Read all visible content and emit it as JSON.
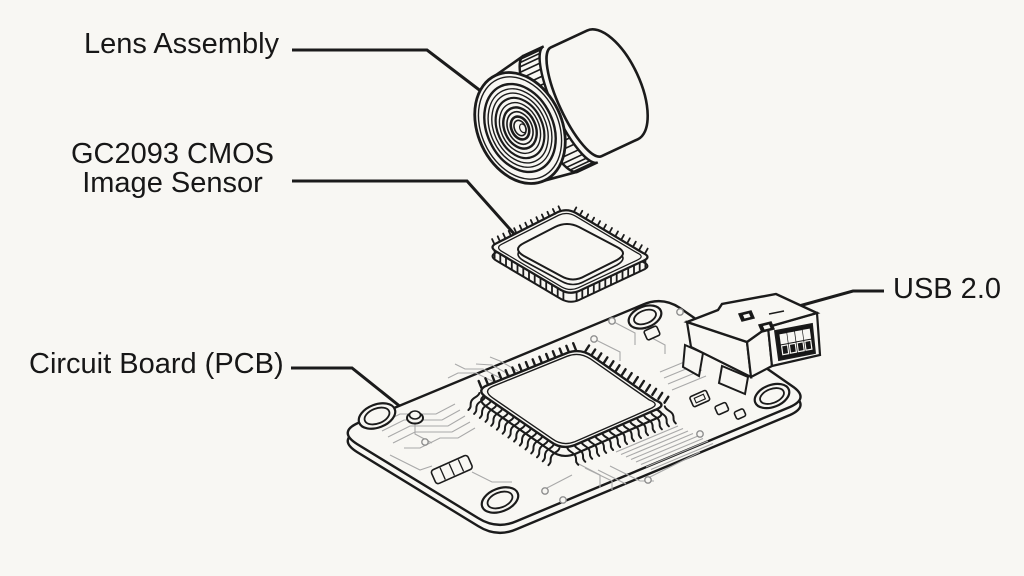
{
  "diagram": {
    "type": "exploded-view-technical-illustration",
    "colors": {
      "background": "#f8f7f3",
      "line": "#1b1b1b",
      "trace": "#a9a9a9",
      "dark_fill": "#161616",
      "label_text": "#171717"
    },
    "labels": {
      "lens": "Lens Assembly",
      "sensor_line1": "GC2093 CMOS",
      "sensor_line2": "Image Sensor",
      "pcb": "Circuit Board (PCB)",
      "usb": "USB 2.0"
    }
  }
}
